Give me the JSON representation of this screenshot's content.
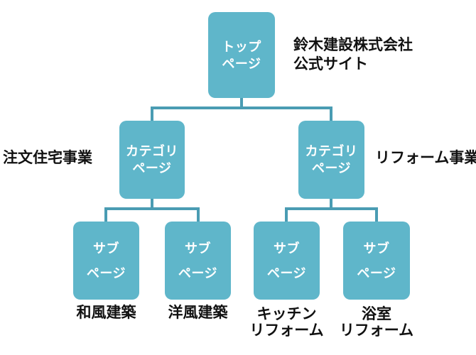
{
  "diagram": {
    "colors": {
      "node_fill": "#5fb6ca",
      "connector": "#4a9cb3",
      "node_text": "#ffffff",
      "label_text": "#111111",
      "background": "#ffffff"
    },
    "site_title": {
      "line1": "鈴木建設株式会社",
      "line2": "公式サイト"
    },
    "top_node": {
      "line1": "トップ",
      "line2": "ページ"
    },
    "left_branch_label": "注文住宅事業",
    "right_branch_label": "リフォーム事業",
    "category_left": {
      "line1": "カテゴリ",
      "line2": "ページ"
    },
    "category_right": {
      "line1": "カテゴリ",
      "line2": "ページ"
    },
    "sub_nodes": [
      {
        "line1": "サブ",
        "line2": "ページ",
        "caption1": "和風建築",
        "caption2": ""
      },
      {
        "line1": "サブ",
        "line2": "ページ",
        "caption1": "洋風建築",
        "caption2": ""
      },
      {
        "line1": "サブ",
        "line2": "ページ",
        "caption1": "キッチン",
        "caption2": "リフォーム"
      },
      {
        "line1": "サブ",
        "line2": "ページ",
        "caption1": "浴室",
        "caption2": "リフォーム"
      }
    ]
  }
}
